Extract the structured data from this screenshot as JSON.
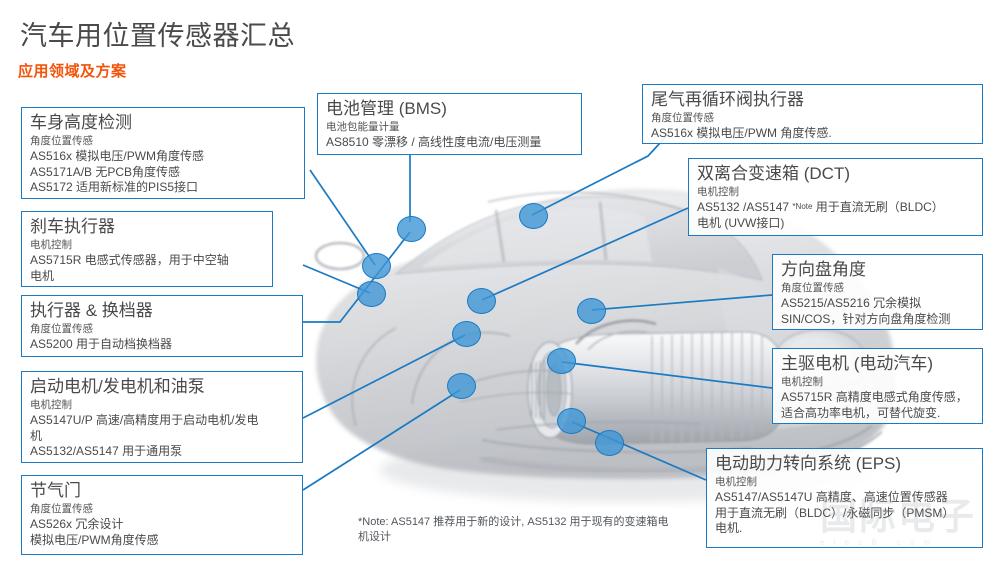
{
  "header": {
    "title": "汽车用位置传感器汇总",
    "subtitle": "应用领域及方案"
  },
  "footnote": "*Note: AS5147 推荐用于新的设计, AS5132 用于现有的变速箱电机设计",
  "watermark": {
    "main": "国际电子",
    "sub": "e l e c 8 . c o m"
  },
  "colors": {
    "accent_blue": "#1a7ac4",
    "dot_fill": "#3e96d6",
    "title_gray": "#4a4a4a",
    "subtitle_orange": "#f4530a"
  },
  "callouts": [
    {
      "id": "body-height",
      "title": "车身高度检测",
      "subtitle": "角度位置传感",
      "lines": [
        "AS516x 模拟电压/PWM角度传感",
        "AS5171A/B  无PCB角度传感",
        "AS5172  适用新标准的PIS5接口"
      ]
    },
    {
      "id": "brake-actuator",
      "title": "刹车执行器",
      "subtitle": "电机控制",
      "lines": [
        "AS5715R  电感式传感器，用于中空轴",
        "电机"
      ]
    },
    {
      "id": "actuator-shifter",
      "title": "执行器 & 换档器",
      "subtitle": "角度位置传感",
      "lines": [
        "AS5200 用于自动档换档器"
      ]
    },
    {
      "id": "starter-generator-pump",
      "title": "启动电机/发电机和油泵",
      "subtitle": "电机控制",
      "lines": [
        "AS5147U/P 高速/高精度用于启动电机/发电",
        "机",
        "AS5132/AS5147 用于通用泵"
      ]
    },
    {
      "id": "throttle",
      "title": "节气门",
      "subtitle": "角度位置传感",
      "lines": [
        "AS526x  冗余设计",
        "模拟电压/PWM角度传感"
      ]
    },
    {
      "id": "bms",
      "title": "电池管理 (BMS)",
      "subtitle": "电池包能量计量",
      "lines": [
        "AS8510 零漂移 / 高线性度电流/电压测量"
      ]
    },
    {
      "id": "egr-valve",
      "title": "尾气再循环阀执行器",
      "subtitle": "角度位置传感",
      "lines": [
        "AS516x  模拟电压/PWM 角度传感."
      ]
    },
    {
      "id": "dct",
      "title": "双离合变速箱 (DCT)",
      "subtitle": "电机控制",
      "lines": [
        "AS5132 /AS5147 *Note  用于直流无刷（BLDC）",
        "电机 (UVW接口)"
      ]
    },
    {
      "id": "steering-angle",
      "title": "方向盘角度",
      "subtitle": "角度位置传感",
      "lines": [
        "AS5215/AS5216 冗余模拟",
        "SIN/COS，针对方向盘角度检测"
      ]
    },
    {
      "id": "traction-motor",
      "title": "主驱电机 (电动汽车)",
      "subtitle": "电机控制",
      "lines": [
        "AS5715R 高精度电感式角度传感，",
        "适合高功率电机，可替代旋变."
      ]
    },
    {
      "id": "eps",
      "title": "电动助力转向系统 (EPS)",
      "subtitle": "电机控制",
      "lines": [
        "AS5147/AS5147U 高精度、高速位置传感器",
        "用于直流无刷（BLDC）/永磁同步（PMSM）",
        "电机."
      ]
    }
  ]
}
